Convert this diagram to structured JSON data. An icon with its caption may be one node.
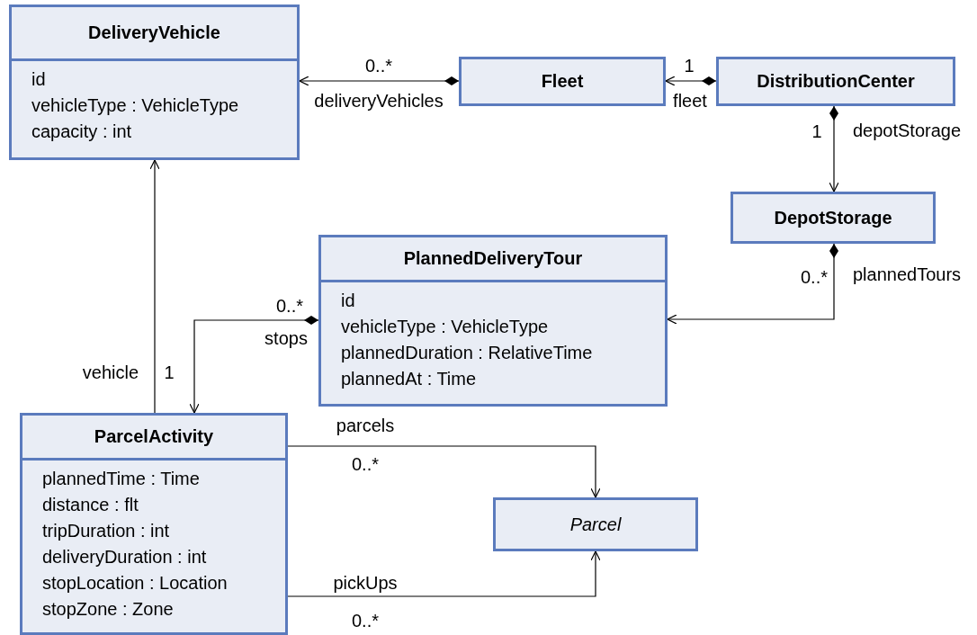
{
  "diagram": {
    "nodes": [
      {
        "text": [
          "DeliveryVehicle",
          "id",
          "vehicleType : VehicleType",
          "capacity : int"
        ]
      },
      {
        "text": [
          "Fleet"
        ]
      },
      {
        "text": [
          "DistributionCenter"
        ]
      },
      {
        "text": [
          "DepotStorage"
        ]
      },
      {
        "text": [
          "PlannedDeliveryTour",
          "id",
          "vehicleType : VehicleType",
          "plannedDuration : RelativeTime",
          "plannedAt : Time"
        ]
      },
      {
        "text": [
          "ParcelActivity",
          "plannedTime : Time",
          "distance : flt",
          "tripDuration : int",
          "deliveryDuration : int",
          "stopLocation : Location",
          "stopZone : Zone"
        ]
      },
      {
        "text": [
          "Parcel"
        ]
      }
    ],
    "edges": [
      {
        "from": 1,
        "to": 0,
        "arrow": "to",
        "label": "deliveryVehicles"
      },
      {
        "from": 2,
        "to": 1,
        "arrow": "to",
        "label": "fleet"
      },
      {
        "from": 2,
        "to": 3,
        "arrow": "to",
        "label": "depotStorage"
      },
      {
        "from": 3,
        "to": 4,
        "arrow": "to",
        "label": "plannedTours"
      },
      {
        "from": 4,
        "to": 5,
        "arrow": "to",
        "label": "stops"
      },
      {
        "from": 5,
        "to": 0,
        "arrow": "to",
        "label": "vehicle"
      },
      {
        "from": 5,
        "to": 6,
        "arrow": "to",
        "label": "parcels"
      },
      {
        "from": 5,
        "to": 6,
        "arrow": "to",
        "label": "pickUps"
      }
    ],
    "labels": [
      "0..*",
      "1",
      "1",
      "0..*",
      "0..*",
      "1",
      "0..*",
      "0..*"
    ]
  }
}
